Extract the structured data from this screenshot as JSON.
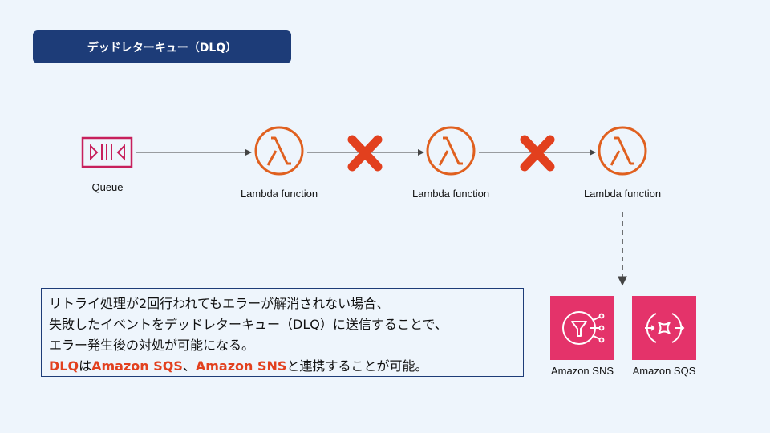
{
  "title": "デッドレターキュー（DLQ）",
  "flow": {
    "queue_label": "Queue",
    "lambda_label_1": "Lambda function",
    "lambda_label_2": "Lambda function",
    "lambda_label_3": "Lambda function"
  },
  "note": {
    "line1": "リトライ処理が2回行われてもエラーが解消されない場合、",
    "line2": "失敗したイベントをデッドレターキュー（DLQ）に送信することで、",
    "line3": "エラー発生後の対処が可能になる。",
    "line4_part1": "DLQ",
    "line4_part2": "は",
    "line4_part3": "Amazon SQS",
    "line4_part4": "、",
    "line4_part5": "Amazon SNS",
    "line4_part6": "と連携することが可能。"
  },
  "services": {
    "sns_label": "Amazon SNS",
    "sqs_label": "Amazon SQS"
  },
  "colors": {
    "title_bg": "#1d3c78",
    "lambda_orange": "#e0601f",
    "queue_pink": "#c7205c",
    "error_red": "#e2401e",
    "service_pink": "#e4336a"
  },
  "icons": {
    "queue": "sqs-queue-icon",
    "lambda": "lambda-icon",
    "fail": "x-mark-icon",
    "sns": "sns-icon",
    "sqs": "sqs-icon"
  }
}
